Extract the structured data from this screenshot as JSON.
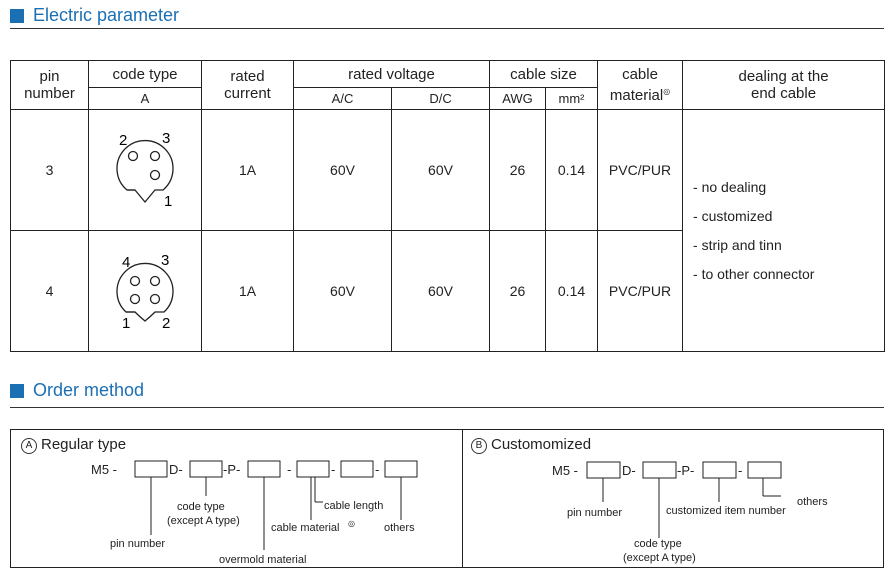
{
  "electric": {
    "title": "Electric parameter",
    "headers": {
      "pin": "pin",
      "number": "number",
      "code_type": "code type",
      "code_type_sub": "A",
      "rated": "rated",
      "current": "current",
      "rated_voltage": "rated voltage",
      "ac": "A/C",
      "dc": "D/C",
      "cable_size": "cable size",
      "awg": "AWG",
      "mm2": "mm²",
      "cable": "cable",
      "material": "material",
      "dealing1": "dealing at the",
      "dealing2": "end cable"
    },
    "rows": [
      {
        "pin": "3",
        "current": "1A",
        "ac": "60V",
        "dc": "60V",
        "awg": "26",
        "mm2": "0.14",
        "material": "PVC/PUR",
        "diagram_labels": [
          "2",
          "3",
          "1"
        ]
      },
      {
        "pin": "4",
        "current": "1A",
        "ac": "60V",
        "dc": "60V",
        "awg": "26",
        "mm2": "0.14",
        "material": "PVC/PUR",
        "diagram_labels": [
          "4",
          "3",
          "1",
          "2"
        ]
      }
    ],
    "dealing_options": [
      "- no dealing",
      "- customized",
      "- strip and tinn",
      "- to other  connector"
    ]
  },
  "order": {
    "title": "Order method",
    "regular": {
      "badge": "A",
      "title": "Regular type",
      "prefix": "M5 -",
      "seg_d": "D-",
      "seg_p": "-P-",
      "dash": "-",
      "labels": {
        "code_type": "code type",
        "except": "(except A type)",
        "pin_number": "pin number",
        "cable_material": "cable material",
        "cable_length": "cable length",
        "others": "others",
        "overmold": "overmold material"
      }
    },
    "custom": {
      "badge": "B",
      "title": "Customomized",
      "prefix": "M5 -",
      "seg_d": "D-",
      "seg_p": "-P-",
      "dash": "-",
      "labels": {
        "pin_number": "pin number",
        "customized_item": "customized item number",
        "others": "others",
        "code_type": "code type",
        "except": "(except A type)"
      }
    }
  },
  "colors": {
    "accent": "#1b6fb3",
    "line": "#222222"
  }
}
